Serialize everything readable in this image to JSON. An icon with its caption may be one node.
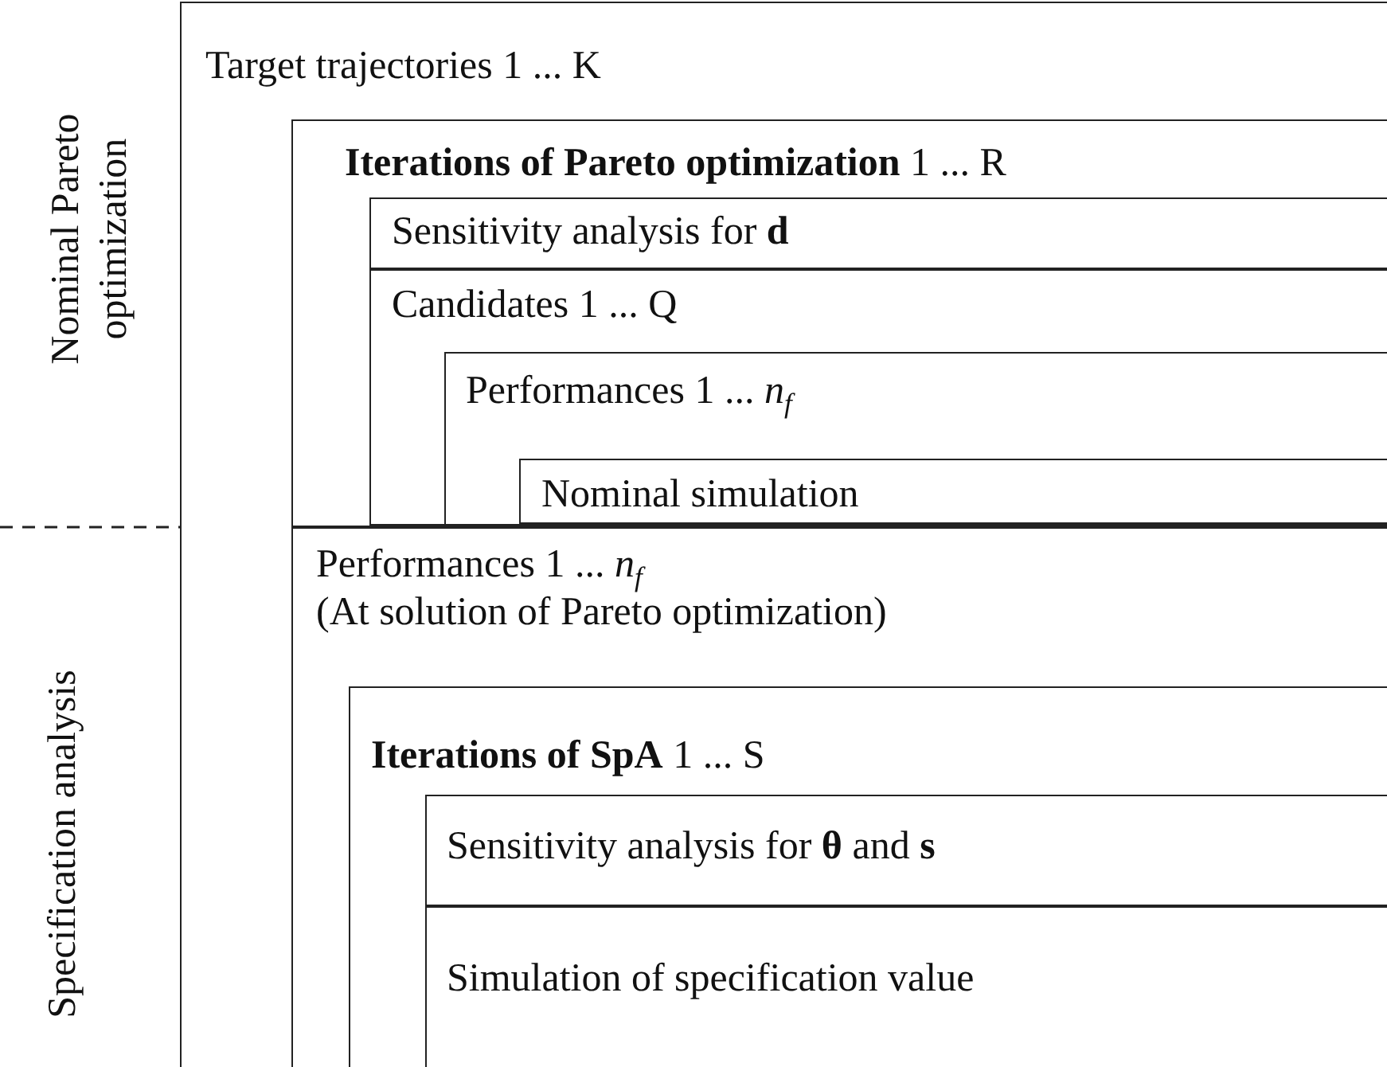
{
  "diagram": {
    "nodes": [
      {
        "text": [
          "Target trajectories 1 ... K"
        ]
      },
      {
        "text": [
          "**Iterations of Pareto optimization**   1 ... R"
        ],
        "in": 0
      },
      {
        "text": [
          "Sensitivity analysis for **d**"
        ],
        "in": 1
      },
      {
        "text": [
          "Candidates 1 ... Q"
        ],
        "in": 1
      },
      {
        "text": [
          "Performances 1 ... *n*$_{f}$"
        ],
        "in": 3
      },
      {
        "text": [
          "Nominal simulation"
        ],
        "in": 4
      },
      {
        "text": [
          "Performances 1 ... *n*$_{f}$",
          "(At solution of Pareto optimization)"
        ],
        "in": 0
      },
      {
        "text": [
          "**Iterations of SpA**    1 ... S"
        ],
        "in": 6
      },
      {
        "text": [
          "Sensitivity analysis for **θ** and **s**"
        ],
        "in": 7
      },
      {
        "text": [
          "Simulation of specification value"
        ],
        "in": 7
      }
    ],
    "edges": [],
    "labels": [
      "Nominal Pareto optimization",
      "Specification analysis"
    ]
  }
}
